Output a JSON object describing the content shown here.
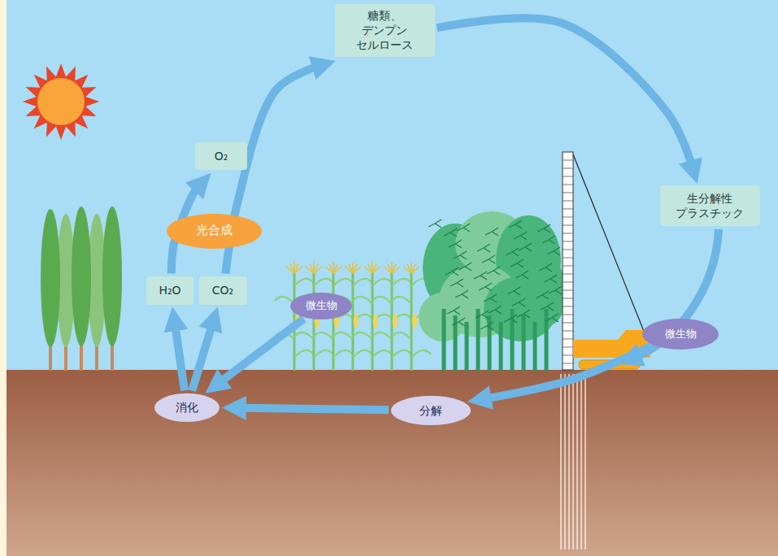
{
  "diagram": {
    "nodes": [
      {
        "text": [
          "O₂"
        ]
      },
      {
        "text": [
          "糖類、デンプン セルロース"
        ]
      },
      {
        "text": [
          "光合成"
        ]
      },
      {
        "text": [
          "生分解性 プラスチック"
        ]
      },
      {
        "text": [
          "H₂O"
        ]
      },
      {
        "text": [
          "CO₂"
        ]
      },
      {
        "text": [
          "微生物"
        ]
      },
      {
        "text": [
          "微生物"
        ]
      },
      {
        "text": [
          "消化"
        ]
      },
      {
        "text": [
          "分解"
        ]
      }
    ],
    "edges": [
      {
        "from": 4,
        "to": 0,
        "arrow": "to"
      },
      {
        "from": 5,
        "to": 1,
        "arrow": "to"
      },
      {
        "from": 1,
        "to": 3,
        "arrow": "to"
      },
      {
        "from": 7,
        "to": 9,
        "arrow": "to"
      },
      {
        "from": 9,
        "to": 8,
        "arrow": "to"
      },
      {
        "from": 6,
        "to": 8,
        "arrow": "to"
      },
      {
        "from": 8,
        "to": 4,
        "arrow": "to"
      },
      {
        "from": 8,
        "to": 5,
        "arrow": "to"
      }
    ]
  }
}
